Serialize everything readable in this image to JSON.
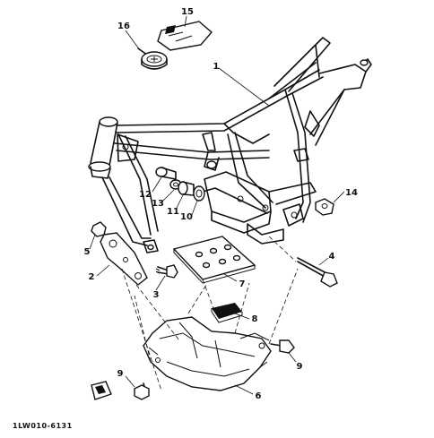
{
  "diagram": {
    "catalog_code": "1LW010-6131",
    "callouts": [
      "1",
      "2",
      "3",
      "4",
      "5",
      "6",
      "7",
      "8",
      "9",
      "9",
      "10",
      "11",
      "12",
      "13",
      "14",
      "15",
      "16"
    ]
  }
}
